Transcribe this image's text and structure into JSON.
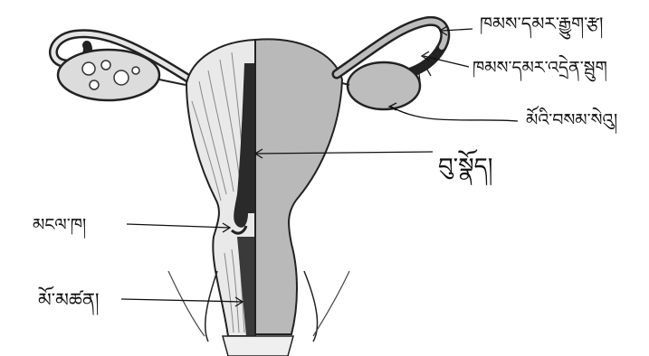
{
  "labels": {
    "tube_ampulla": "ཁམས་དམར་རྒྱུག་རྩ།",
    "tube_fimbria": "ཁམས་དམར་འདྲེན་སྦུག",
    "ovary": "མོའི་བསམ་སེའུ།",
    "uterus": "བུ་སྣོད།",
    "cervix": "མངལ་ཁ།",
    "vagina": "མོ་མཚན།"
  },
  "colors": {
    "ink": "#111111",
    "section_fill": "#b9b9b9",
    "tissue_fill": "#e9e9e9",
    "dark_lining": "#2a2a2a"
  }
}
